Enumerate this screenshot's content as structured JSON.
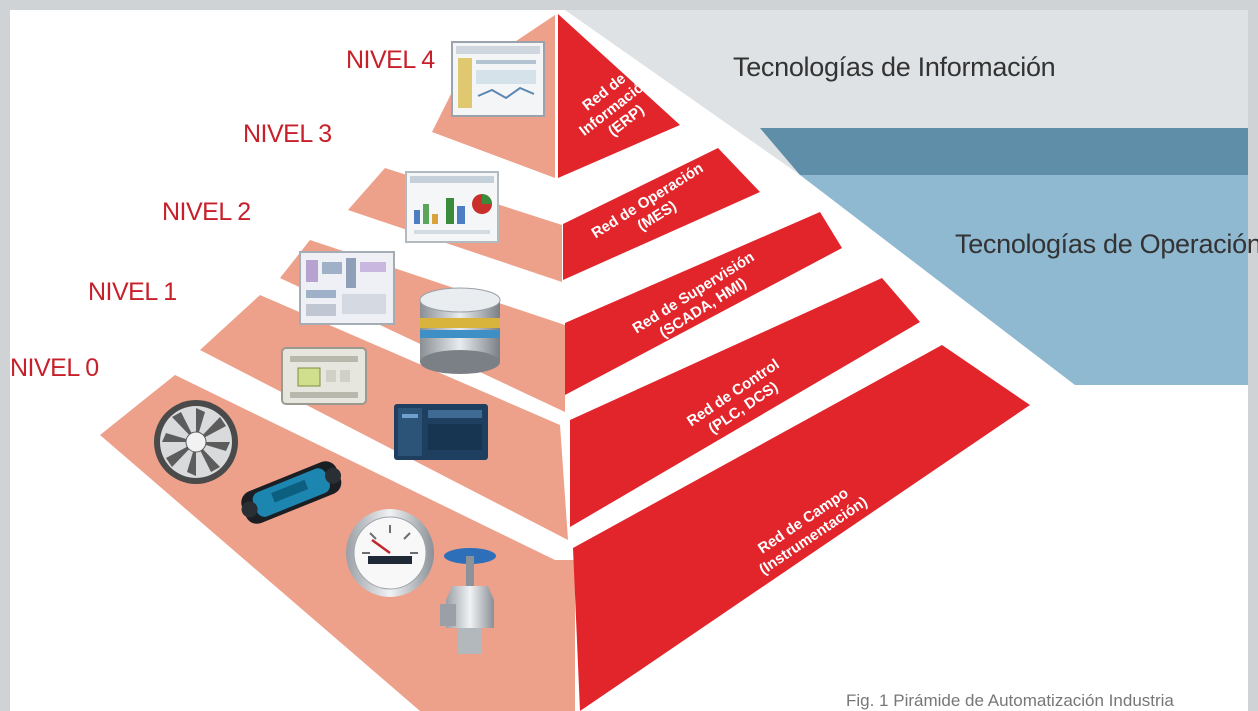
{
  "levels": [
    {
      "label": "NIVEL 4",
      "network": [
        "Red de",
        "Información",
        "(ERP)"
      ]
    },
    {
      "label": "NIVEL 3",
      "network": [
        "Red de Operación",
        "(MES)"
      ]
    },
    {
      "label": "NIVEL 2",
      "network": [
        "Red de Supervisión",
        "(SCADA, HMI)"
      ]
    },
    {
      "label": "NIVEL 1",
      "network": [
        "Red de Control",
        "(PLC, DCS)"
      ]
    },
    {
      "label": "NIVEL 0",
      "network": [
        "Red de Campo",
        "(Instrumentación)"
      ]
    }
  ],
  "zones": {
    "it": "Tecnologías de Información",
    "ot": "Tecnologías de Operación"
  },
  "caption": "Fig. 1 Pirámide de Automatización Industria",
  "colors": {
    "red": "#e2242b",
    "salmon": "#eda08a",
    "it_zone": "#dfe2e4",
    "ot_zone": "#8fb8d1",
    "ot_band": "#5f8ea9"
  },
  "icons": [
    "erp-screen-icon",
    "mes-dashboard-icon",
    "scada-screen-icon",
    "database-server-icon",
    "plc-module-icon",
    "dcs-controller-icon",
    "turbine-fan-icon",
    "flow-meter-icon",
    "pressure-gauge-icon",
    "valve-icon"
  ]
}
